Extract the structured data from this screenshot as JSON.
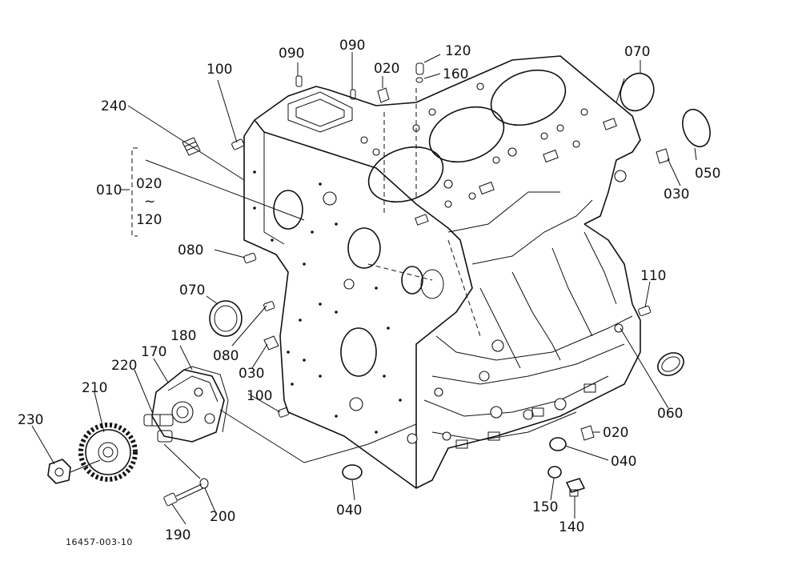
{
  "labels": [
    {
      "id": "c-100-top",
      "text": "100"
    },
    {
      "id": "c-090-a",
      "text": "090"
    },
    {
      "id": "c-090-b",
      "text": "090"
    },
    {
      "id": "c-020-top",
      "text": "020"
    },
    {
      "id": "c-120-top",
      "text": "120"
    },
    {
      "id": "c-160",
      "text": "160"
    },
    {
      "id": "c-070-top",
      "text": "070"
    },
    {
      "id": "c-240",
      "text": "240"
    },
    {
      "id": "c-010",
      "text": "010"
    },
    {
      "id": "c-020-grp",
      "text": "020"
    },
    {
      "id": "c-tilde",
      "text": "~"
    },
    {
      "id": "c-120-grp",
      "text": "120"
    },
    {
      "id": "c-050",
      "text": "050"
    },
    {
      "id": "c-030-right",
      "text": "030"
    },
    {
      "id": "c-080-a",
      "text": "080"
    },
    {
      "id": "c-070-left",
      "text": "070"
    },
    {
      "id": "c-110",
      "text": "110"
    },
    {
      "id": "c-080-b",
      "text": "080"
    },
    {
      "id": "c-180",
      "text": "180"
    },
    {
      "id": "c-170",
      "text": "170"
    },
    {
      "id": "c-030-left",
      "text": "030"
    },
    {
      "id": "c-220",
      "text": "220"
    },
    {
      "id": "c-210",
      "text": "210"
    },
    {
      "id": "c-100-low",
      "text": "100"
    },
    {
      "id": "c-060",
      "text": "060"
    },
    {
      "id": "c-230",
      "text": "230"
    },
    {
      "id": "c-020-right",
      "text": "020"
    },
    {
      "id": "c-040-right",
      "text": "040"
    },
    {
      "id": "c-040-low",
      "text": "040"
    },
    {
      "id": "c-150",
      "text": "150"
    },
    {
      "id": "c-200",
      "text": "200"
    },
    {
      "id": "c-140",
      "text": "140"
    },
    {
      "id": "c-190",
      "text": "190"
    }
  ],
  "drawing_ref": "16457-003-10"
}
